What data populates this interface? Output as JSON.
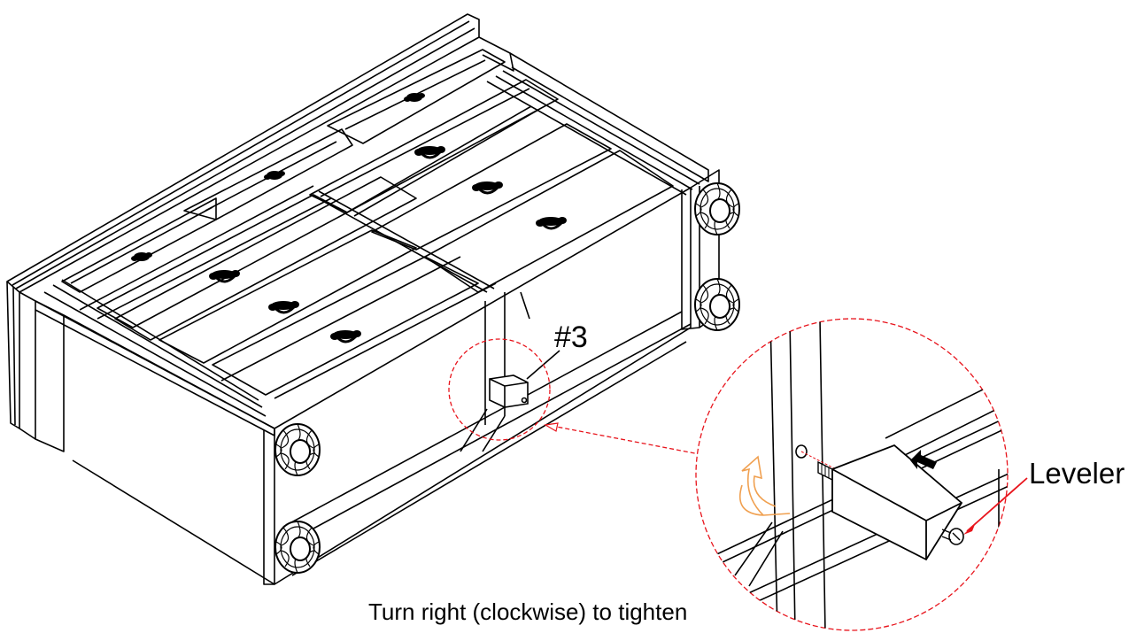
{
  "labels": {
    "step": "#3",
    "leveler": "Leveler",
    "caption": "Turn right (clockwise) to tighten"
  },
  "colors": {
    "line": "#000000",
    "callout": "#e8141c",
    "rotation_arrow": "#f0a050"
  },
  "icons": {
    "rotation": "curved-clockwise-arrow-icon",
    "insert": "solid-left-arrow-icon"
  }
}
